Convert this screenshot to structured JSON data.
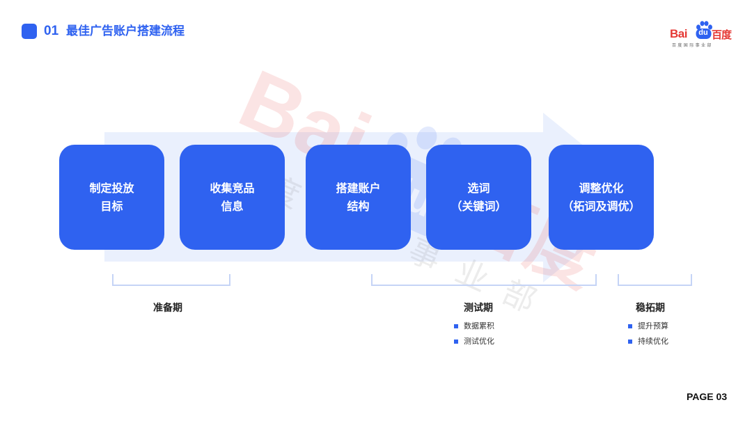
{
  "header": {
    "section_number": "01",
    "title": "最佳广告账户搭建流程"
  },
  "logo": {
    "brand_latin": "Bai",
    "brand_du": "du",
    "brand_cn": "百度",
    "subtitle": "百度国际事业部"
  },
  "watermark": {
    "latin": "Bai",
    "du": "du",
    "cn": "百度",
    "sub": "百度国际事业部"
  },
  "steps": [
    {
      "label": "制定投放\n目标"
    },
    {
      "label": "收集竞品\n信息"
    },
    {
      "label": "搭建账户\n结构"
    },
    {
      "label": "选词\n（关键词）"
    },
    {
      "label": "调整优化\n（拓词及调优）"
    }
  ],
  "phases": [
    {
      "title": "准备期",
      "items": []
    },
    {
      "title": "测试期",
      "items": [
        "数据累积",
        "测试优化"
      ]
    },
    {
      "title": "稳拓期",
      "items": [
        "提升预算",
        "持续优化"
      ]
    }
  ],
  "footer": {
    "page": "PAGE 03"
  },
  "colors": {
    "primary": "#2f62f0",
    "brand_red": "#e53935",
    "bracket": "#c5d4f6",
    "arrow": "#eaf0fd"
  }
}
